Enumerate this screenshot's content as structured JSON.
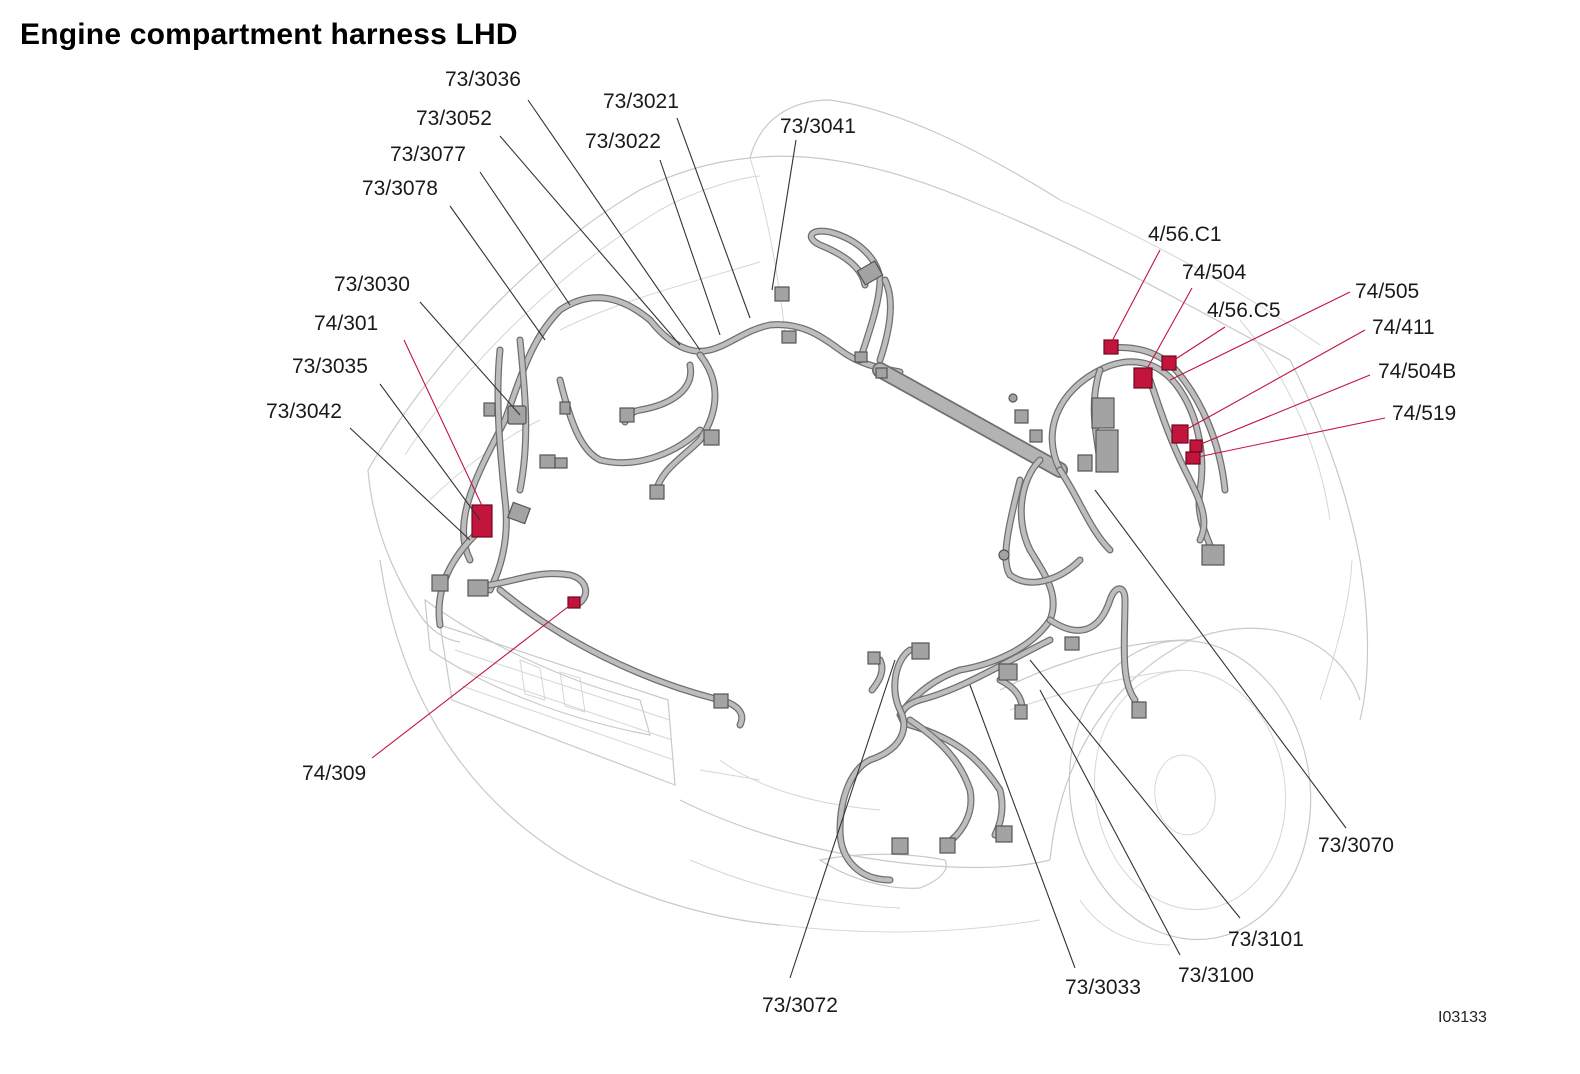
{
  "title": "Engine compartment harness LHD",
  "figure_code": "I03133",
  "colors": {
    "highlight_connector": "#c2143c",
    "connector": "#a3a3a3",
    "harness": "#b3b3b3",
    "car_outline": "#c9c9c9"
  },
  "labels": [
    {
      "id": "73-3036",
      "text": "73/3036",
      "highlight": false
    },
    {
      "id": "73-3052",
      "text": "73/3052",
      "highlight": false
    },
    {
      "id": "73-3077",
      "text": "73/3077",
      "highlight": false
    },
    {
      "id": "73-3078",
      "text": "73/3078",
      "highlight": false
    },
    {
      "id": "73-3021",
      "text": "73/3021",
      "highlight": false
    },
    {
      "id": "73-3022",
      "text": "73/3022",
      "highlight": false
    },
    {
      "id": "73-3041",
      "text": "73/3041",
      "highlight": false
    },
    {
      "id": "73-3030",
      "text": "73/3030",
      "highlight": false
    },
    {
      "id": "74-301",
      "text": "74/301",
      "highlight": true
    },
    {
      "id": "73-3035",
      "text": "73/3035",
      "highlight": false
    },
    {
      "id": "73-3042",
      "text": "73/3042",
      "highlight": false
    },
    {
      "id": "74-309",
      "text": "74/309",
      "highlight": true
    },
    {
      "id": "4-56-c1",
      "text": "4/56.C1",
      "highlight": true
    },
    {
      "id": "74-504",
      "text": "74/504",
      "highlight": true
    },
    {
      "id": "4-56-c5",
      "text": "4/56.C5",
      "highlight": true
    },
    {
      "id": "74-505",
      "text": "74/505",
      "highlight": true
    },
    {
      "id": "74-411",
      "text": "74/411",
      "highlight": true
    },
    {
      "id": "74-504b",
      "text": "74/504B",
      "highlight": true
    },
    {
      "id": "74-519",
      "text": "74/519",
      "highlight": true
    },
    {
      "id": "73-3070",
      "text": "73/3070",
      "highlight": false
    },
    {
      "id": "73-3101",
      "text": "73/3101",
      "highlight": false
    },
    {
      "id": "73-3100",
      "text": "73/3100",
      "highlight": false
    },
    {
      "id": "73-3033",
      "text": "73/3033",
      "highlight": false
    },
    {
      "id": "73-3072",
      "text": "73/3072",
      "highlight": false
    }
  ]
}
